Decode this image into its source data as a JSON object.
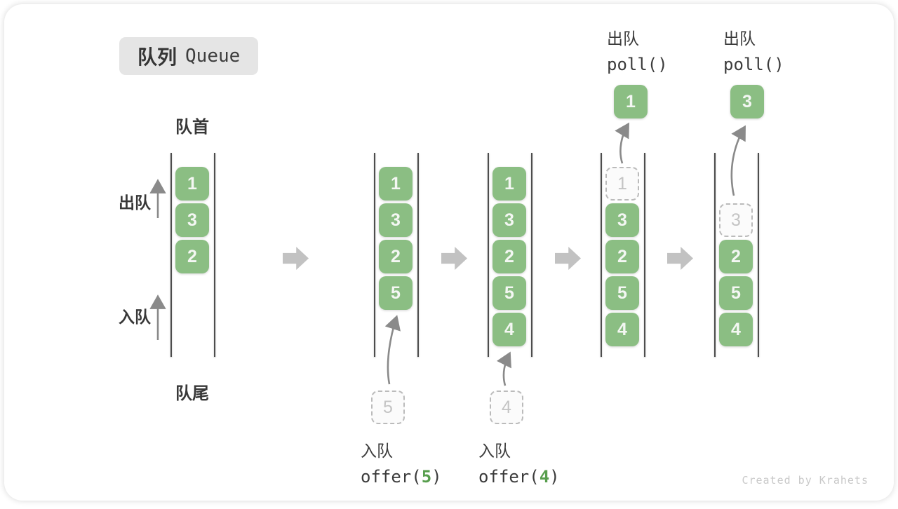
{
  "title": {
    "zh": "队列",
    "en": "Queue"
  },
  "labels": {
    "front": "队首",
    "rear": "队尾",
    "dequeue": "出队",
    "enqueue": "入队"
  },
  "watermark": "Created by Krahets",
  "colors": {
    "element_green": "#8bbe83",
    "element_text": "#f4f7f3",
    "dashed_border": "#bbbbbb",
    "dashed_text": "#c4c4c4",
    "code_arg_green": "#579e4d",
    "dark_text": "#3b3b3b",
    "block_arrow_gray": "#c2c2c2",
    "curve_arrow_gray": "#8a8a8a",
    "wall_line": "#4d4d4d",
    "badge_bg": "#e5e5e5"
  },
  "states": [
    {
      "slots": [
        {
          "value": "1",
          "style": "solid"
        },
        {
          "value": "3",
          "style": "solid"
        },
        {
          "value": "2",
          "style": "solid"
        }
      ]
    },
    {
      "slots": [
        {
          "value": "1",
          "style": "solid"
        },
        {
          "value": "3",
          "style": "solid"
        },
        {
          "value": "2",
          "style": "solid"
        },
        {
          "value": "5",
          "style": "solid"
        }
      ],
      "incoming": {
        "value": "5"
      },
      "operation": {
        "label": "入队",
        "code_prefix": "offer(",
        "code_value": "5",
        "code_suffix": ")"
      }
    },
    {
      "slots": [
        {
          "value": "1",
          "style": "solid"
        },
        {
          "value": "3",
          "style": "solid"
        },
        {
          "value": "2",
          "style": "solid"
        },
        {
          "value": "5",
          "style": "solid"
        },
        {
          "value": "4",
          "style": "solid"
        }
      ],
      "incoming": {
        "value": "4"
      },
      "operation": {
        "label": "入队",
        "code_prefix": "offer(",
        "code_value": "4",
        "code_suffix": ")"
      }
    },
    {
      "slots": [
        {
          "value": "1",
          "style": "dashed"
        },
        {
          "value": "3",
          "style": "solid"
        },
        {
          "value": "2",
          "style": "solid"
        },
        {
          "value": "5",
          "style": "solid"
        },
        {
          "value": "4",
          "style": "solid"
        }
      ],
      "outgoing": {
        "value": "1"
      },
      "operation": {
        "label": "出队",
        "code_prefix": "poll()",
        "code_value": "",
        "code_suffix": ""
      }
    },
    {
      "slots": [
        null,
        {
          "value": "3",
          "style": "dashed"
        },
        {
          "value": "2",
          "style": "solid"
        },
        {
          "value": "5",
          "style": "solid"
        },
        {
          "value": "4",
          "style": "solid"
        }
      ],
      "outgoing": {
        "value": "3"
      },
      "operation": {
        "label": "出队",
        "code_prefix": "poll()",
        "code_value": "",
        "code_suffix": ""
      }
    }
  ]
}
